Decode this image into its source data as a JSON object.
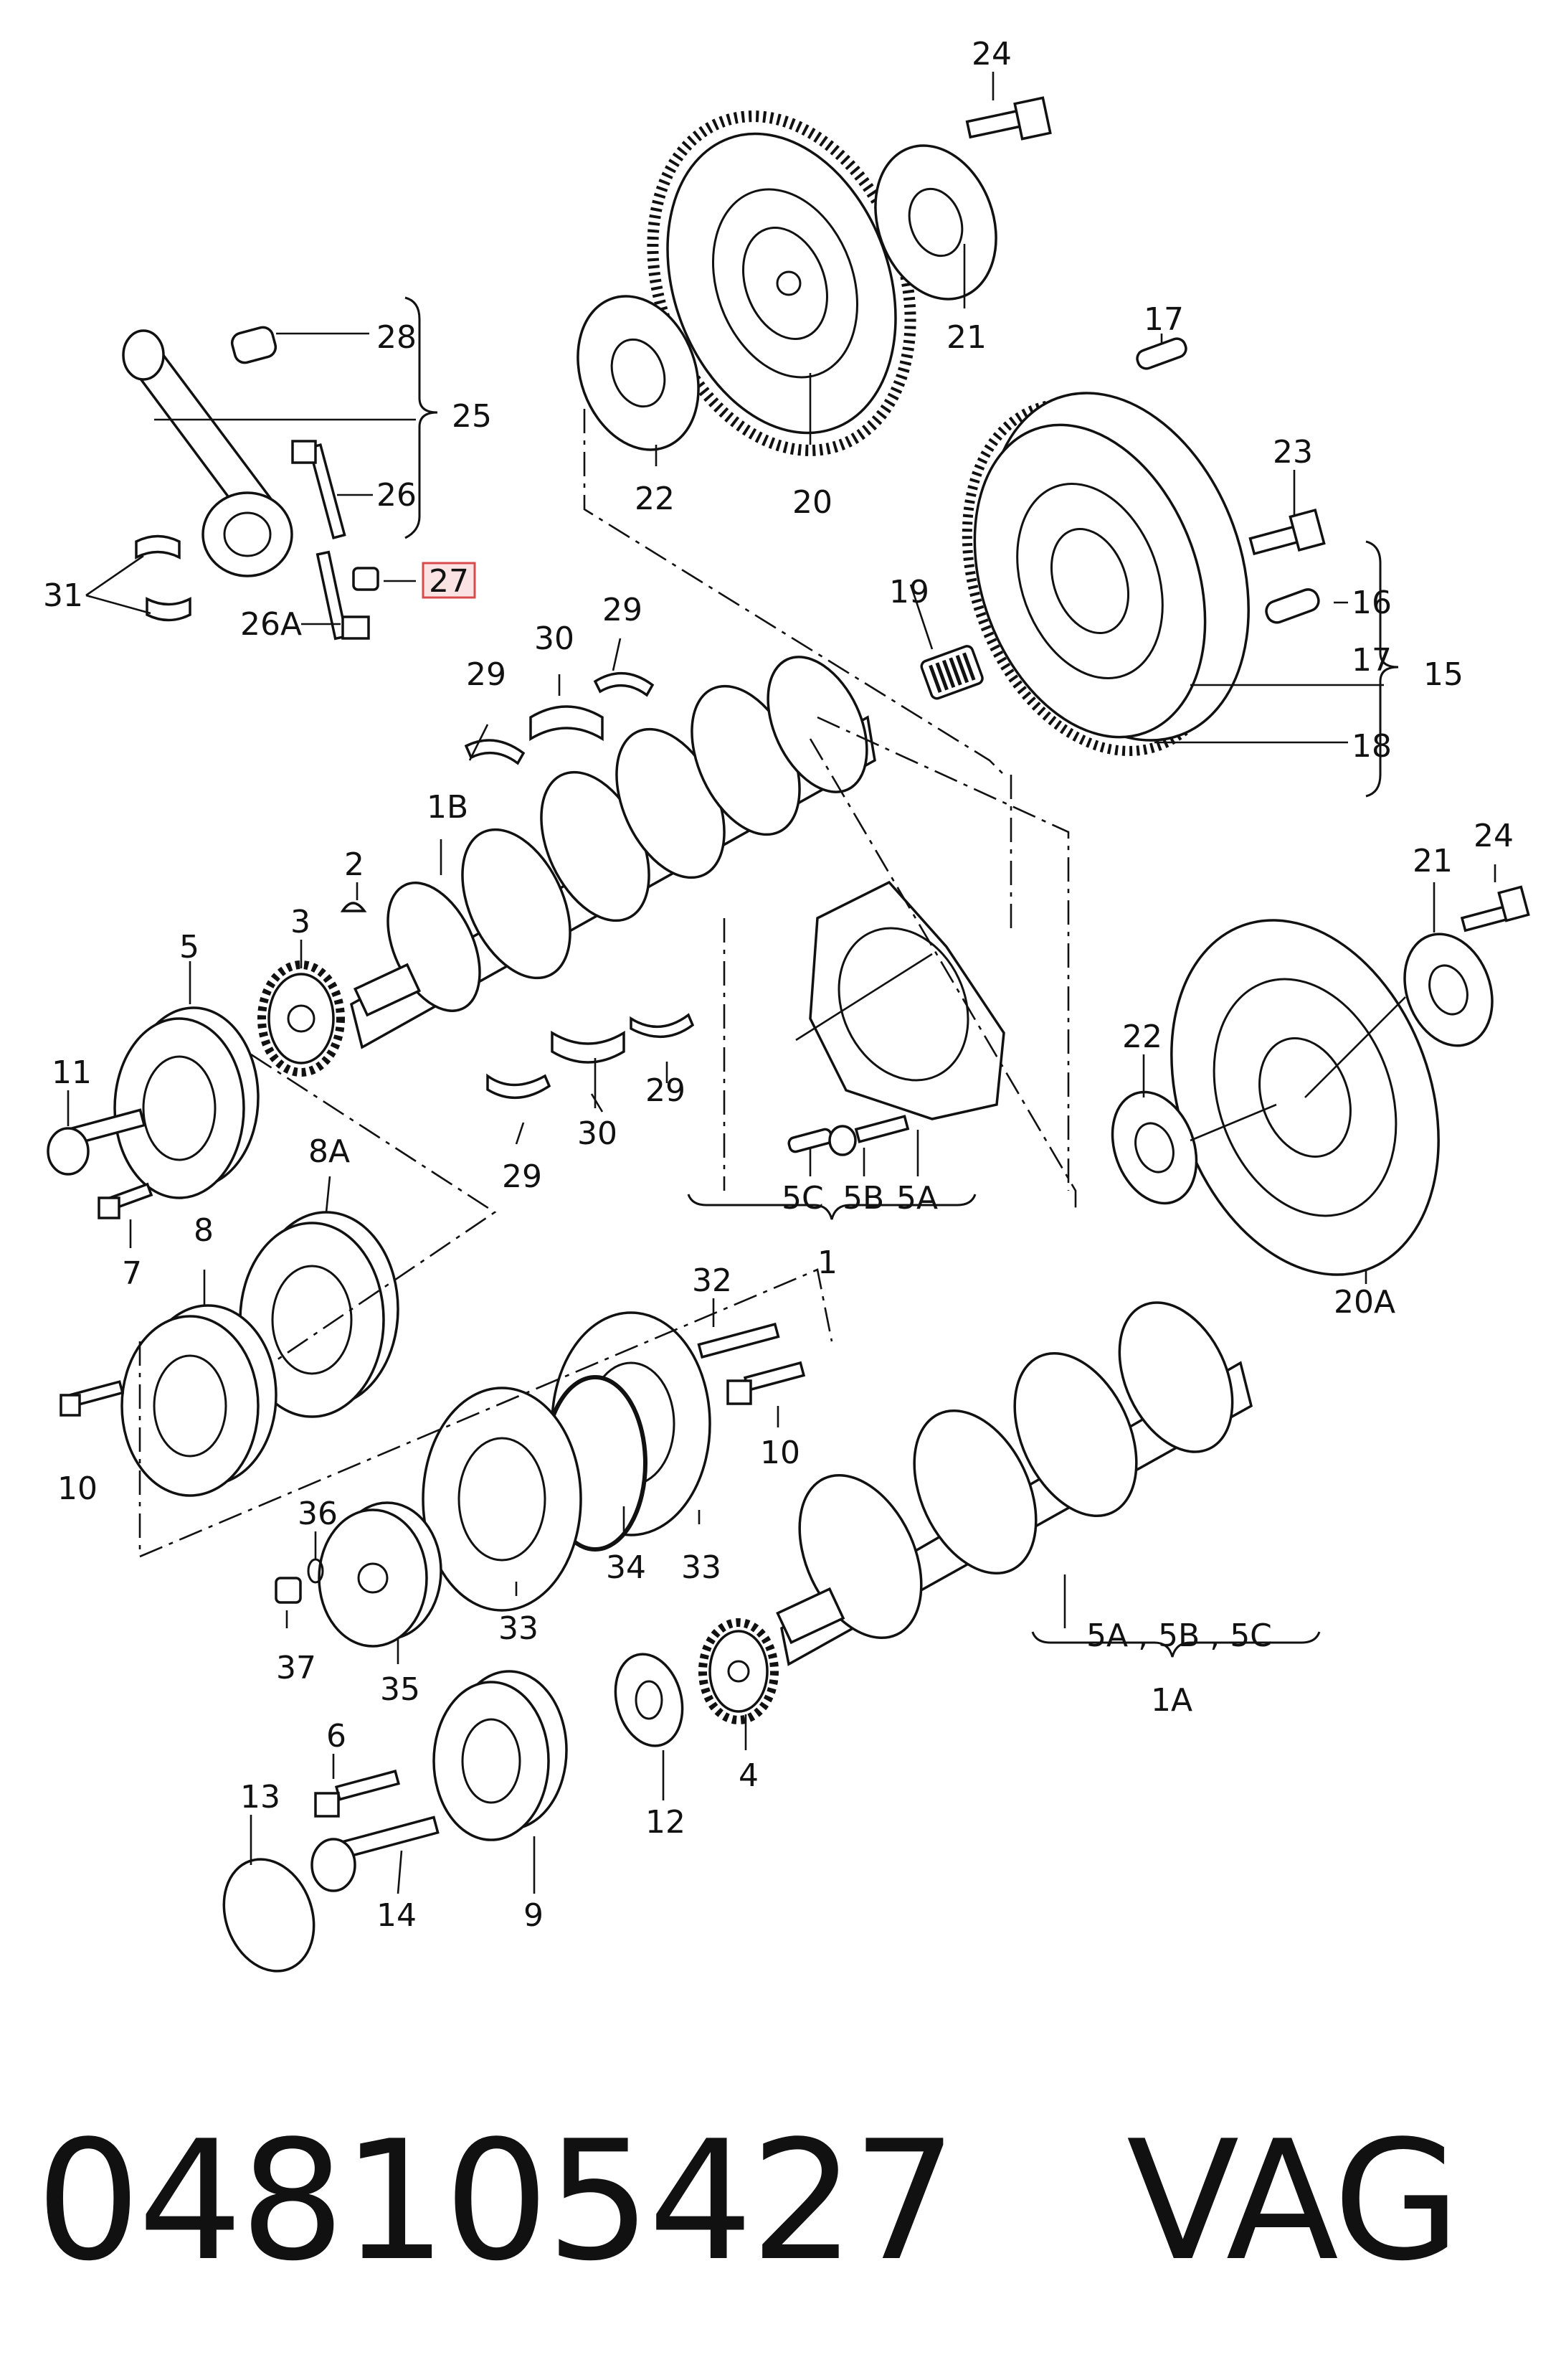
{
  "callouts": [
    "24",
    "21",
    "20",
    "22",
    "17",
    "23",
    "16",
    "17",
    "15",
    "18",
    "19",
    "28",
    "25",
    "26",
    "27",
    "31",
    "26A",
    "29",
    "30",
    "29",
    "1B",
    "2",
    "3",
    "5",
    "11",
    "7",
    "8A",
    "8",
    "29",
    "30",
    "29",
    "5C",
    "5B",
    "5A",
    "1",
    "24",
    "21",
    "22",
    "20A",
    "32",
    "10",
    "10",
    "36",
    "37",
    "35",
    "33",
    "34",
    "33",
    "5A , 5B , 5C",
    "1A",
    "6",
    "13",
    "14",
    "9",
    "12",
    "4"
  ],
  "highlighted_callout": "27",
  "caption": {
    "part_number": "048105427",
    "brand": "VAG"
  },
  "colors": {
    "highlight_fill": "#fbe3e3",
    "highlight_border": "#d94b4b",
    "ink": "#111111"
  }
}
